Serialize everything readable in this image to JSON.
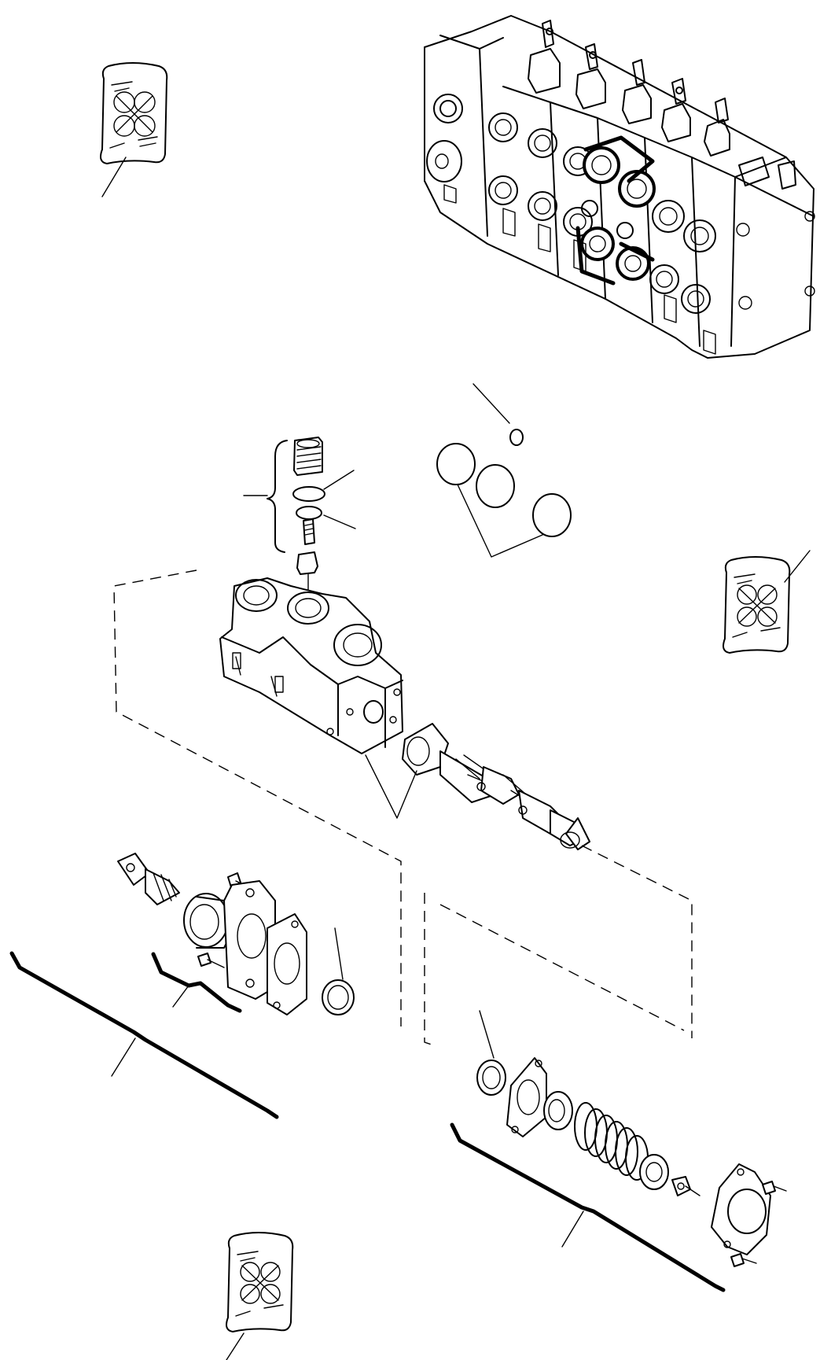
{
  "figure": {
    "labels": []
  },
  "icons": [
    {
      "name": "kit-bag-icon-top-left"
    },
    {
      "name": "kit-bag-icon-right"
    },
    {
      "name": "kit-bag-icon-bottom"
    }
  ],
  "colors": {
    "line": "#000000",
    "background": "#ffffff"
  }
}
